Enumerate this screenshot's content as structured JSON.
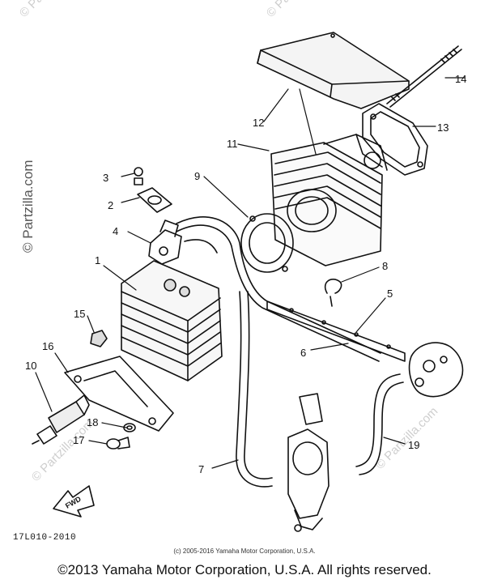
{
  "diagram": {
    "callouts": [
      "1",
      "2",
      "3",
      "4",
      "5",
      "6",
      "7",
      "8",
      "9",
      "10",
      "11",
      "12",
      "13",
      "14",
      "15",
      "16",
      "17",
      "18",
      "19"
    ],
    "fwd_label": "FWD",
    "diagram_code": "17L010-2010",
    "watermark": "© Partzilla.com"
  },
  "footer": {
    "small_copyright": "(c) 2005-2016 Yamaha Motor Corporation, U.S.A.",
    "main_copyright": "©2013 Yamaha Motor Corporation, U.S.A. All rights reserved."
  }
}
